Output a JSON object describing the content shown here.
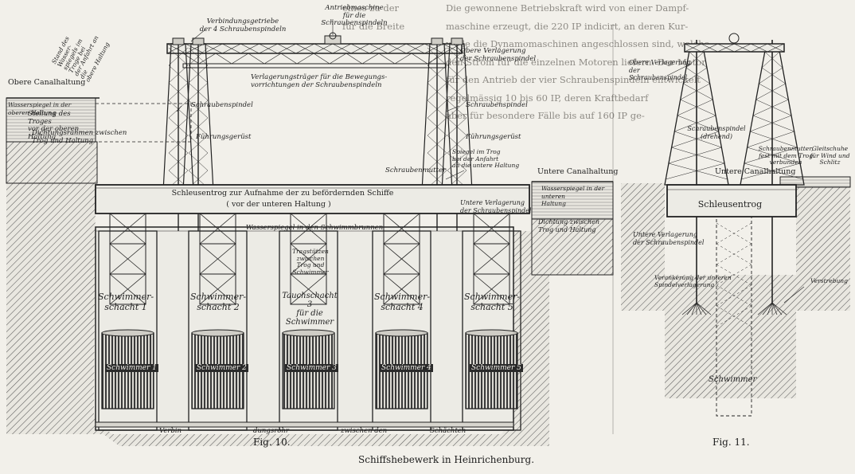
{
  "figure_caption": "Schiffshebewerk in Heinrichenburg.",
  "fig10": {
    "caption": "Fig. 10.",
    "labels": {
      "antriebsmaschine": "Antriebmaschine\nfür die Schraubenspindeln",
      "verbindungsgetriebe": "Verbindungsgetriebe\nder 4 Schraubenspindeln",
      "obere_verlagerung": "Obere Verlagerung\nder Schraubenspindel",
      "verlagerungstraeger": "Verlagerungsträger für die Bewegungs-\nvorrichtungen der Schraubenspindeln",
      "obere_canalhaltung": "Obere Canalhaltung",
      "stand_troges": "Stand des Wasser-\nspiegels im Troge bei\nder Anfahrt an die\nobere Haltung",
      "wasserspiegel_oben": "Wasserspiegel in der oberen Haltung",
      "stellung_troges": "Stellung des Troges\nvor der oberen Haltung",
      "dichtungsrahmen": "Dichtungsrahmen zwischen\nTrog und Haltung",
      "schraubenspindel_l": "Schraubenspindel",
      "fuehrungsgeruest_l": "Führungsgerüst",
      "schraubenspindel_r": "Schraubenspindel",
      "fuehrungsgeruest_r": "Führungsgerüst",
      "spiegel_trog": "Spiegel im Trog\nbei der Anfahrt\nan die untere Haltung",
      "schraubenmutter": "Schraubenmutter",
      "schleusentrog": "Schleusentrog zur Aufnahme der zu befördernden Schiffe",
      "schleusentrog2": "( vor der unteren Haltung )",
      "untere_canalhaltung": "Untere Canalhaltung",
      "wasserspiegel_unten": "Wasserspiegel in der unteren\nHaltung",
      "untere_verlagerung": "Untere Verlagerung\nder Schraubenspindel",
      "dichtung_trog": "Dichtung zwischen\nTrog und Haltung",
      "wasserspiegel_brunnen": "Wasserspiegel in den Schwimmbrunnen",
      "tragstuetzen": "Tragstützen\nzwischen\nTrog und\nSchwimmer",
      "rohr_left": "Verbin",
      "rohr_mid": "dungsrohr",
      "rohr_right1": "zwischen den",
      "rohr_right2": "Schächten"
    },
    "shafts": [
      {
        "name": "Schwimmer-\nschacht 1",
        "float": "Schwimmer 1"
      },
      {
        "name": "Schwimmer-\nschacht 2",
        "float": "Schwimmer 2"
      },
      {
        "name": "Tauchschacht\n3\nfür die Schwimmer",
        "float": "Schwimmer 3"
      },
      {
        "name": "Schwimmer-\nschacht 4",
        "float": "Schwimmer 4"
      },
      {
        "name": "Schwimmer-\nschacht 5",
        "float": "Schwimmer 5"
      }
    ]
  },
  "fig11": {
    "caption": "Fig. 11.",
    "labels": {
      "obere_verlagerung": "Obere Verlagerung\nder Schraubenspindel",
      "schraubenspindel": "Schraubenspindel\n(drehend)",
      "schraubenmutter": "Schraubenmutter,\nfest mit dem Trog\nverbunden",
      "gleitschuhe": "Gleitschuhe\nfür Wind und\nSchlitz",
      "untere_canalhaltung": "Untere Canalhaltung",
      "schleusentrog": "Schleusentrog",
      "untere_verlagerung": "Untere Verlagerung\nder Schraubenspindel",
      "verankerung": "Verankerung der unteren\nSpindelverlagerung",
      "verstrebung": "Verstrebung",
      "schwimmer": "Schwimmer"
    }
  }
}
